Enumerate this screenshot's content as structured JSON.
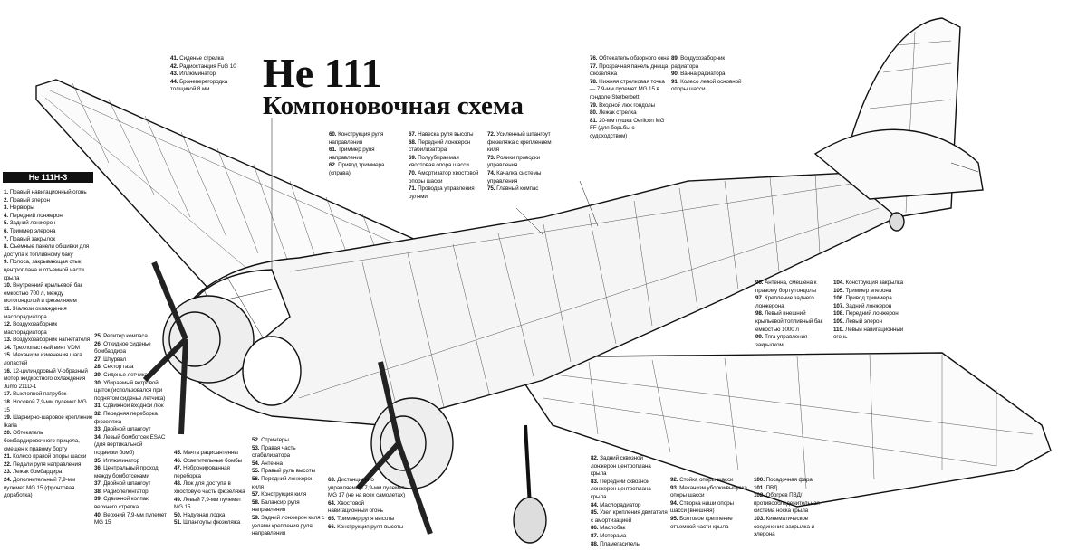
{
  "title": "He 111",
  "subtitle": "Компоновочная схема",
  "variant": "He 111H-3",
  "legend": [
    {
      "id": "g1",
      "items": [
        {
          "n": "1.",
          "t": "Правый навигационный огонь"
        },
        {
          "n": "2.",
          "t": "Правый элерон"
        },
        {
          "n": "3.",
          "t": "Нервюры"
        },
        {
          "n": "4.",
          "t": "Передний лонжерон"
        },
        {
          "n": "5.",
          "t": "Задний лонжерон"
        },
        {
          "n": "6.",
          "t": "Триммер элерона"
        },
        {
          "n": "7.",
          "t": "Правый закрылок"
        },
        {
          "n": "8.",
          "t": "Съемные панели обшивки для доступа к топливному баку"
        },
        {
          "n": "9.",
          "t": "Полоса, закрывающая стык центроплана и отъемной части крыла"
        },
        {
          "n": "10.",
          "t": "Внутренний крыльевой бак емкостью 700 л, между мотогондолой и фюзеляжем"
        },
        {
          "n": "11.",
          "t": "Жалюзи охлаждения маслорадиатора"
        },
        {
          "n": "12.",
          "t": "Воздухозаборник маслорадиатора"
        },
        {
          "n": "13.",
          "t": "Воздухозаборник нагнетателя"
        },
        {
          "n": "14.",
          "t": "Трехлопастный винт VDM"
        },
        {
          "n": "15.",
          "t": "Механизм изменения шага лопастей"
        },
        {
          "n": "16.",
          "t": "12-цилиндровый V-образный мотор жидкостного охлаждения Jumo 211D-1"
        },
        {
          "n": "17.",
          "t": "Выхлопной патрубок"
        },
        {
          "n": "18.",
          "t": "Носовой 7,9-мм пулемет MG 15"
        },
        {
          "n": "19.",
          "t": "Шарнирно-шаровое крепление Ikaria"
        },
        {
          "n": "20.",
          "t": "Обтекатель бомбардировочного прицела, смещен к правому борту"
        },
        {
          "n": "21.",
          "t": "Колесо правой опоры шасси"
        },
        {
          "n": "22.",
          "t": "Педали руля направления"
        },
        {
          "n": "23.",
          "t": "Лежак бомбардира"
        },
        {
          "n": "24.",
          "t": "Дополнительный 7,9-мм пулемет MG 15 (фронтовая доработка)"
        }
      ]
    },
    {
      "id": "g2",
      "items": [
        {
          "n": "25.",
          "t": "Репитер компаса"
        },
        {
          "n": "26.",
          "t": "Откидное сиденье бомбардира"
        },
        {
          "n": "27.",
          "t": "Штурвал"
        },
        {
          "n": "28.",
          "t": "Сектор газа"
        },
        {
          "n": "29.",
          "t": "Сиденье летчика"
        },
        {
          "n": "30.",
          "t": "Убираемый ветровой щиток (использовался при поднятом сиденье летчика)"
        },
        {
          "n": "31.",
          "t": "Сдвижной входной люк"
        },
        {
          "n": "32.",
          "t": "Передняя переборка фюзеляжа"
        },
        {
          "n": "33.",
          "t": "Двойной шпангоут"
        },
        {
          "n": "34.",
          "t": "Левый бомботсек ESAC (для вертикальной подвески бомб)"
        },
        {
          "n": "35.",
          "t": "Иллюминатор"
        },
        {
          "n": "36.",
          "t": "Центральный проход между бомботсеками"
        },
        {
          "n": "37.",
          "t": "Двойной шпангоут"
        },
        {
          "n": "38.",
          "t": "Радиопеленгатор"
        },
        {
          "n": "39.",
          "t": "Сдвижной колпак верхнего стрелка"
        },
        {
          "n": "40.",
          "t": "Верхний 7,9-мм пулемет MG 15"
        }
      ]
    },
    {
      "id": "g3",
      "items": [
        {
          "n": "41.",
          "t": "Сиденье стрелка"
        },
        {
          "n": "42.",
          "t": "Радиостанция FuG 10"
        },
        {
          "n": "43.",
          "t": "Иллюминатор"
        },
        {
          "n": "44.",
          "t": "Бронеперегородка толщиной 8 мм"
        }
      ]
    },
    {
      "id": "g4",
      "items": [
        {
          "n": "45.",
          "t": "Мачта радиоантенны"
        },
        {
          "n": "46.",
          "t": "Осветительные бомбы"
        },
        {
          "n": "47.",
          "t": "Небронированная переборка"
        },
        {
          "n": "48.",
          "t": "Люк для доступа в хвостовую часть фюзеляжа"
        },
        {
          "n": "49.",
          "t": "Левый 7,9-мм пулемет MG 15"
        },
        {
          "n": "50.",
          "t": "Надувная лодка"
        },
        {
          "n": "51.",
          "t": "Шпангоуты фюзеляжа"
        }
      ]
    },
    {
      "id": "g5",
      "items": [
        {
          "n": "52.",
          "t": "Стрингеры"
        },
        {
          "n": "53.",
          "t": "Правая часть стабилизатора"
        },
        {
          "n": "54.",
          "t": "Антенна"
        },
        {
          "n": "55.",
          "t": "Правый руль высоты"
        },
        {
          "n": "56.",
          "t": "Передний лонжерон киля"
        },
        {
          "n": "57.",
          "t": "Конструкция киля"
        },
        {
          "n": "58.",
          "t": "Балансир руля направления"
        },
        {
          "n": "59.",
          "t": "Задний лонжерон киля с узлами крепления руля направления"
        }
      ]
    },
    {
      "id": "g6",
      "items": [
        {
          "n": "60.",
          "t": "Конструкция руля направления"
        },
        {
          "n": "61.",
          "t": "Триммер руля направления"
        },
        {
          "n": "62.",
          "t": "Привод триммера (справа)"
        }
      ]
    },
    {
      "id": "g7",
      "items": [
        {
          "n": "67.",
          "t": "Навеска руля высоты"
        },
        {
          "n": "68.",
          "t": "Передний лонжерон стабилизатора"
        },
        {
          "n": "69.",
          "t": "Полуубираемая хвостовая опора шасси"
        },
        {
          "n": "70.",
          "t": "Амортизатор хвостовой опоры шасси"
        },
        {
          "n": "71.",
          "t": "Проводка управления рулями"
        }
      ]
    },
    {
      "id": "g8",
      "items": [
        {
          "n": "72.",
          "t": "Усиленный шпангоут фюзеляжа с креплением киля"
        },
        {
          "n": "73.",
          "t": "Ролики проводки управления"
        },
        {
          "n": "74.",
          "t": "Качалка системы управления"
        },
        {
          "n": "75.",
          "t": "Главный компас"
        }
      ]
    },
    {
      "id": "g9",
      "items": [
        {
          "n": "63.",
          "t": "Дистанционно управляемый 7,9-мм пулемет MG 17 (не на всех самолетах)"
        },
        {
          "n": "64.",
          "t": "Хвостовой навигационный огонь"
        },
        {
          "n": "65.",
          "t": "Триммер руля высоты"
        },
        {
          "n": "66.",
          "t": "Конструкция руля высоты"
        }
      ]
    },
    {
      "id": "g10",
      "items": [
        {
          "n": "76.",
          "t": "Обтекатель обзорного окна"
        },
        {
          "n": "77.",
          "t": "Прозрачная панель днища фюзеляжа"
        },
        {
          "n": "78.",
          "t": "Нижняя стрелковая точка — 7,9-мм пулемет MG 15 в гондоле Sterberbett"
        },
        {
          "n": "79.",
          "t": "Входной люк гондолы"
        },
        {
          "n": "80.",
          "t": "Лежак стрелка"
        },
        {
          "n": "81.",
          "t": "20-мм пушка Oerlicon MG FF (для борьбы с судоходством)"
        }
      ]
    },
    {
      "id": "g11",
      "items": [
        {
          "n": "89.",
          "t": "Воздухозаборник радиатора"
        },
        {
          "n": "90.",
          "t": "Ванна радиатора"
        },
        {
          "n": "91.",
          "t": "Колесо левой основной опоры шасси"
        }
      ]
    },
    {
      "id": "g12",
      "items": [
        {
          "n": "96.",
          "t": "Антенна, смещена к правому борту гондолы"
        },
        {
          "n": "97.",
          "t": "Крепление заднего лонжерона"
        },
        {
          "n": "98.",
          "t": "Левый внешний крыльевой топливный бак емкостью 1000 л"
        },
        {
          "n": "99.",
          "t": "Тяга управления закрылком"
        }
      ]
    },
    {
      "id": "g13",
      "items": [
        {
          "n": "104.",
          "t": "Конструкция закрылка"
        },
        {
          "n": "105.",
          "t": "Триммер элерона"
        },
        {
          "n": "106.",
          "t": "Привод триммера"
        },
        {
          "n": "107.",
          "t": "Задний лонжерон"
        },
        {
          "n": "108.",
          "t": "Передний лонжерон"
        },
        {
          "n": "109.",
          "t": "Левый элерон"
        },
        {
          "n": "110.",
          "t": "Левый навигационный огонь"
        }
      ]
    },
    {
      "id": "g14",
      "items": [
        {
          "n": "82.",
          "t": "Задний сквозной лонжерон центроплана крыла"
        },
        {
          "n": "83.",
          "t": "Передний сквозной лонжерон центроплана крыла"
        },
        {
          "n": "84.",
          "t": "Маслорадиатор"
        },
        {
          "n": "85.",
          "t": "Узел крепления двигателя с амортизацией"
        },
        {
          "n": "86.",
          "t": "Маслобак"
        },
        {
          "n": "87.",
          "t": "Моторама"
        },
        {
          "n": "88.",
          "t": "Пламегаситель"
        }
      ]
    },
    {
      "id": "g15",
      "items": [
        {
          "n": "92.",
          "t": "Стойка опоры шасси"
        },
        {
          "n": "93.",
          "t": "Механизм уборки/выпуска опоры шасси"
        },
        {
          "n": "94.",
          "t": "Створка ниши опоры шасси (внешняя)"
        },
        {
          "n": "95.",
          "t": "Болтовое крепление отъемной части крыла"
        }
      ]
    },
    {
      "id": "g16",
      "items": [
        {
          "n": "100.",
          "t": "Посадочная фара"
        },
        {
          "n": "101.",
          "t": "ПВД"
        },
        {
          "n": "102.",
          "t": "Обогрев ПВД/противообледенительная система носка крыла"
        },
        {
          "n": "103.",
          "t": "Кинематическое соединение закрылка и элерона"
        }
      ]
    }
  ]
}
